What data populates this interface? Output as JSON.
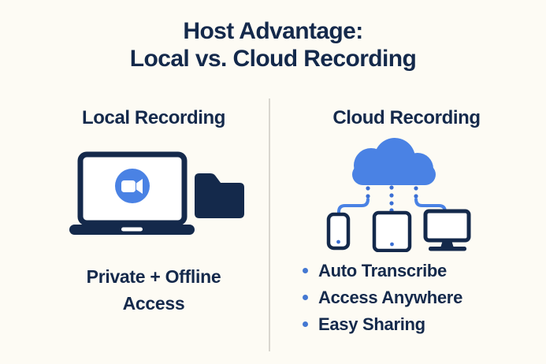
{
  "colors": {
    "bg": "#FDFBF4",
    "navy": "#14294B",
    "blue": "#4A82E4",
    "dotblue": "#3B6FD4",
    "bulletblue": "#4478D2",
    "divider": "#D9D6CF"
  },
  "title": {
    "lines": [
      "Host Advantage:",
      "Local vs. Cloud Recording"
    ]
  },
  "columns": {
    "local": {
      "header": "Local Recording",
      "illustration_icons": [
        "laptop-icon",
        "zoom-video-camera-icon",
        "folder-icon"
      ],
      "caption_lines": [
        "Private + Offline",
        "Access"
      ]
    },
    "cloud": {
      "header": "Cloud Recording",
      "illustration_icons": [
        "cloud-icon",
        "sync-dots",
        "smartphone-icon",
        "tablet-icon",
        "monitor-icon"
      ],
      "bullets": [
        "Auto Transcribe",
        "Access Anywhere",
        "Easy Sharing"
      ]
    }
  }
}
